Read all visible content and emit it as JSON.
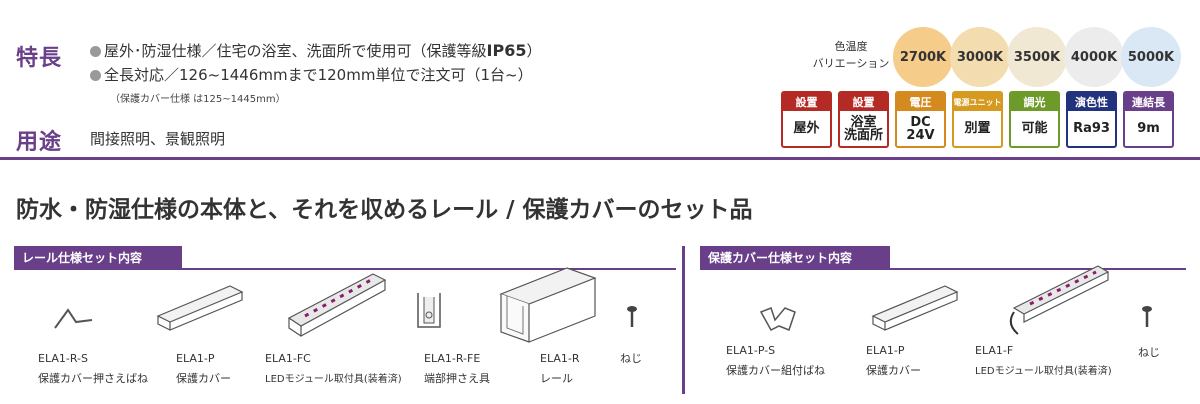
{
  "features": {
    "label": "特長",
    "lines": [
      "屋外･防湿仕様／住宅の浴室、洗面所で使用可（保護等級",
      "全長対応／126~1446mmまで120mm単位で注文可（1台~）"
    ],
    "ip_rating": "IP65",
    "ip_suffix": "）",
    "note": "（保護カバー仕様 は125~1445mm）"
  },
  "usage": {
    "label": "用途",
    "text": "間接照明、景観照明"
  },
  "color_temp": {
    "label_line1": "色温度",
    "label_line2": "バリエーション",
    "options": [
      {
        "label": "2700K",
        "color": "#f6cc8a"
      },
      {
        "label": "3000K",
        "color": "#f3dcb0"
      },
      {
        "label": "3500K",
        "color": "#f0e8d2"
      },
      {
        "label": "4000K",
        "color": "#ececec"
      },
      {
        "label": "5000K",
        "color": "#d9e8f4"
      }
    ]
  },
  "specs": [
    {
      "title": "設置",
      "value": "屋外",
      "color": "#b42a24"
    },
    {
      "title": "設置",
      "value": "浴室\n洗面所",
      "color": "#b42a24"
    },
    {
      "title": "電圧",
      "value": "DC\n24V",
      "color": "#d58a1f"
    },
    {
      "title": "電源ユニット",
      "value": "別置",
      "color": "#d59a1f"
    },
    {
      "title": "調光",
      "value": "可能",
      "color": "#6e9a2a"
    },
    {
      "title": "演色性",
      "value": "Ra93",
      "color": "#23327c"
    },
    {
      "title": "連結長",
      "value": "9m",
      "color": "#6a3f8a"
    }
  ],
  "headline": "防水・防湿仕様の本体と、それを収めるレール / 保護カバーのセット品",
  "rail_set": {
    "title": "レール仕様セット内容",
    "items": [
      {
        "code": "ELA1-R-S",
        "name": "保護カバー押さえばね"
      },
      {
        "code": "ELA1-P",
        "name": "保護カバー"
      },
      {
        "code": "ELA1-FC",
        "name": "LEDモジュール取付具(装着済)"
      },
      {
        "code": "ELA1-R-FE",
        "name": "端部押さえ具"
      },
      {
        "code": "ELA1-R",
        "name": "レール"
      },
      {
        "code": "",
        "name": "ねじ"
      }
    ]
  },
  "cover_set": {
    "title": "保護カバー仕様セット内容",
    "items": [
      {
        "code": "ELA1-P-S",
        "name": "保護カバー組付ばね"
      },
      {
        "code": "ELA1-P",
        "name": "保護カバー"
      },
      {
        "code": "ELA1-F",
        "name": "LEDモジュール取付具(装着済)"
      },
      {
        "code": "",
        "name": "ねじ"
      }
    ]
  }
}
